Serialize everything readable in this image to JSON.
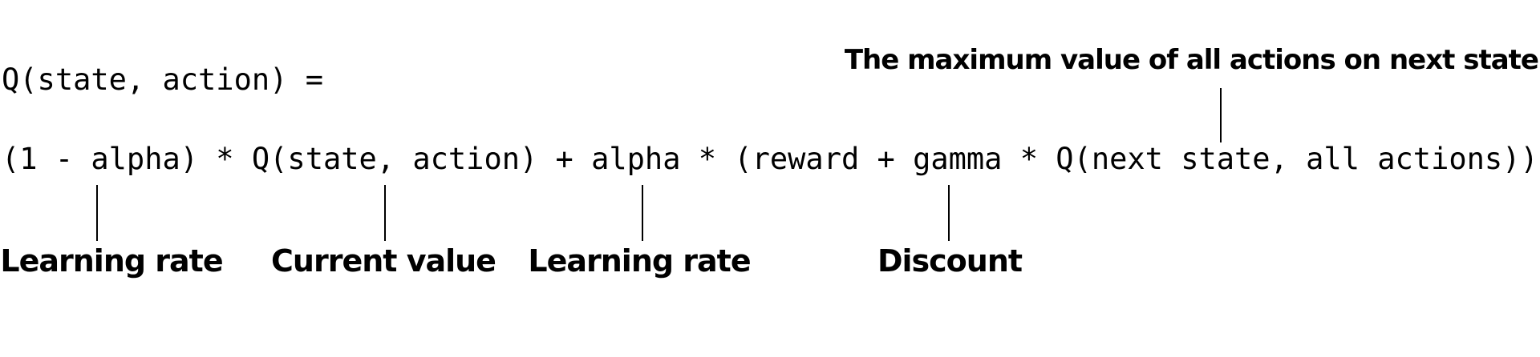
{
  "colors": {
    "background": "#ffffff",
    "text": "#000000",
    "line": "#000000"
  },
  "equation": {
    "lhs": "Q(state, action) =",
    "rhs": "(1 - alpha) * Q(state, action) + alpha * (reward + gamma * Q(next state, all actions))"
  },
  "callouts": {
    "top": {
      "label": "The maximum value of all actions on next state",
      "target": "Q(next state, all actions)"
    },
    "bottom": [
      {
        "label": "Learning rate",
        "target": "alpha (first)"
      },
      {
        "label": "Current value",
        "target": "Q(state, action)"
      },
      {
        "label": "Learning rate",
        "target": "alpha (second)"
      },
      {
        "label": "Discount",
        "target": "gamma"
      }
    ]
  }
}
